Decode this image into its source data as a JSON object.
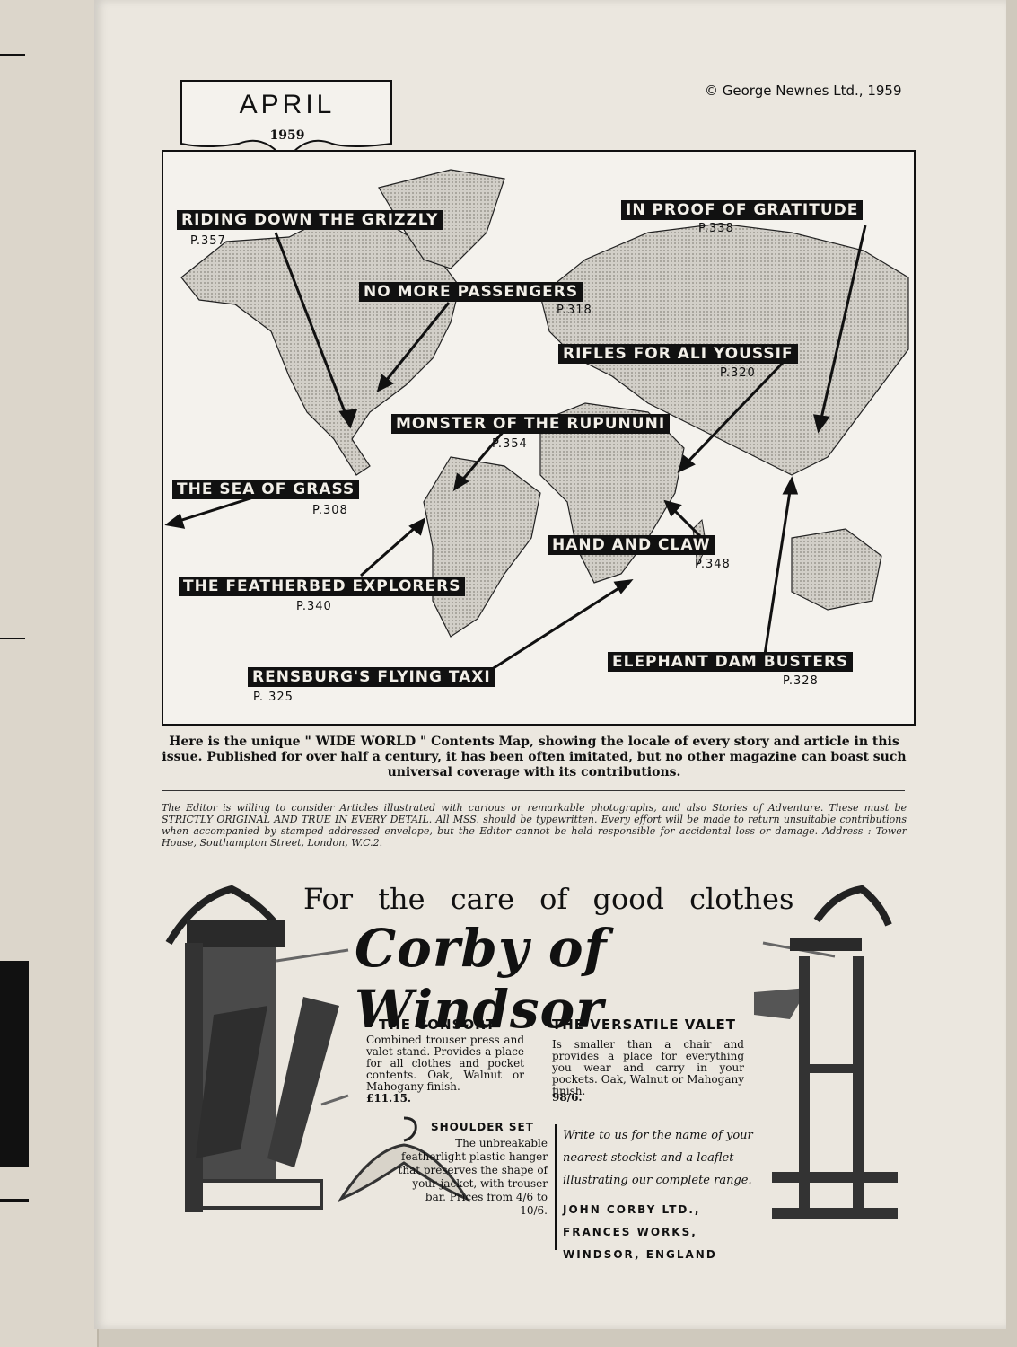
{
  "header": {
    "month": "APRIL",
    "year": "1959",
    "copyright": "© George Newnes Ltd., 1959"
  },
  "map": {
    "stories": [
      {
        "title": "RIDING DOWN THE GRIZZLY",
        "page": "P.357"
      },
      {
        "title": "IN PROOF OF GRATITUDE",
        "page": "P.338"
      },
      {
        "title": "NO MORE PASSENGERS",
        "page": "P.318"
      },
      {
        "title": "RIFLES FOR ALI YOUSSIF",
        "page": "P.320"
      },
      {
        "title": "MONSTER OF THE RUPUNUNI",
        "page": "P.354"
      },
      {
        "title": "THE SEA OF GRASS",
        "page": "P.308"
      },
      {
        "title": "HAND AND CLAW",
        "page": "P.348"
      },
      {
        "title": "THE FEATHERBED EXPLORERS",
        "page": "P.340"
      },
      {
        "title": "ELEPHANT DAM BUSTERS",
        "page": "P.328"
      },
      {
        "title": "RENSBURG'S FLYING TAXI",
        "page": "P. 325"
      }
    ]
  },
  "caption": "Here is the unique \" WIDE WORLD \" Contents Map, showing the locale of every story and article in this issue. Published for over half a century, it has been often imitated, but no other magazine can boast such universal coverage with its contributions.",
  "editor_note": "The Editor is willing to consider Articles illustrated with curious or remarkable photographs, and also Stories of Adventure. These must be STRICTLY ORIGINAL AND TRUE IN EVERY DETAIL. All MSS. should be typewritten. Every effort will be made to return unsuitable contributions when accompanied by stamped addressed envelope, but the Editor cannot be held responsible for accidental loss or damage. Address : Tower House, Southampton Street, London, W.C.2.",
  "ad": {
    "headline": "For the care of good clothes",
    "brand": "Corby of Windsor",
    "consort": {
      "title": "THE CONSORT",
      "body": "Combined trouser press and valet stand. Provides a place for all clothes and pocket contents. Oak, Walnut or Mahogany finish.",
      "price": "£11.15."
    },
    "valet": {
      "title": "THE VERSATILE VALET",
      "body": "Is smaller than a chair and provides a place for everything you wear and carry in your pockets. Oak, Walnut or Mahogany finish.",
      "price": "98/6."
    },
    "shoulder": {
      "title": "SHOULDER SET",
      "body": "The unbreakable featherlight plastic hanger that preserves the shape of your jacket, with trouser bar. Prices from 4/6 to 10/6."
    },
    "write_note": "Write to us for the name of your nearest stockist and a leaflet illustrating our complete range.",
    "address": [
      "JOHN CORBY LTD.,",
      "FRANCES WORKS,",
      "WINDSOR, ENGLAND"
    ]
  }
}
